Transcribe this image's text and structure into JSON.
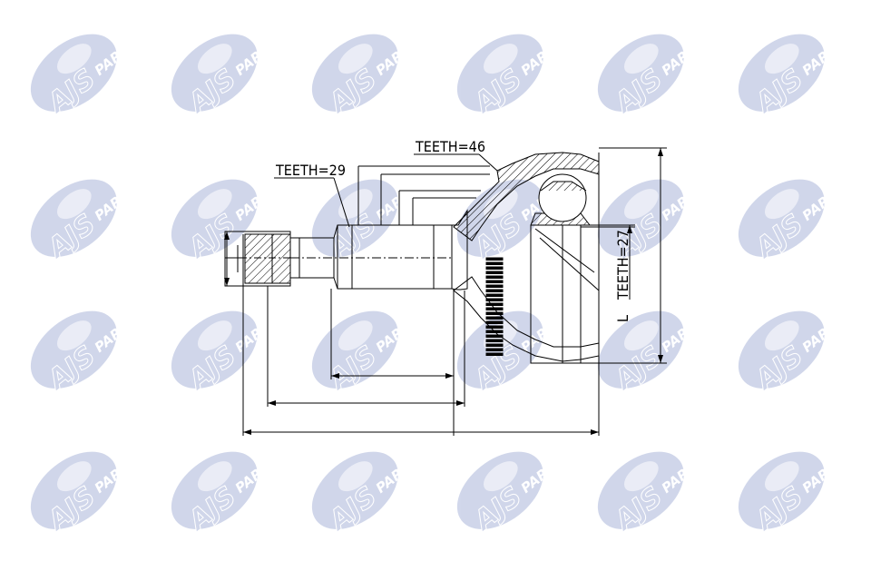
{
  "watermark": {
    "brand": "AJS",
    "suffix": "PARTS",
    "color": "#c5cde6"
  },
  "labels": {
    "teeth_outer": "TEETH=46",
    "teeth_shaft": "TEETH=29",
    "teeth_inner": "TEETH=27",
    "length_marker": "L"
  },
  "colors": {
    "line": "#000000",
    "hatch": "#000000"
  }
}
